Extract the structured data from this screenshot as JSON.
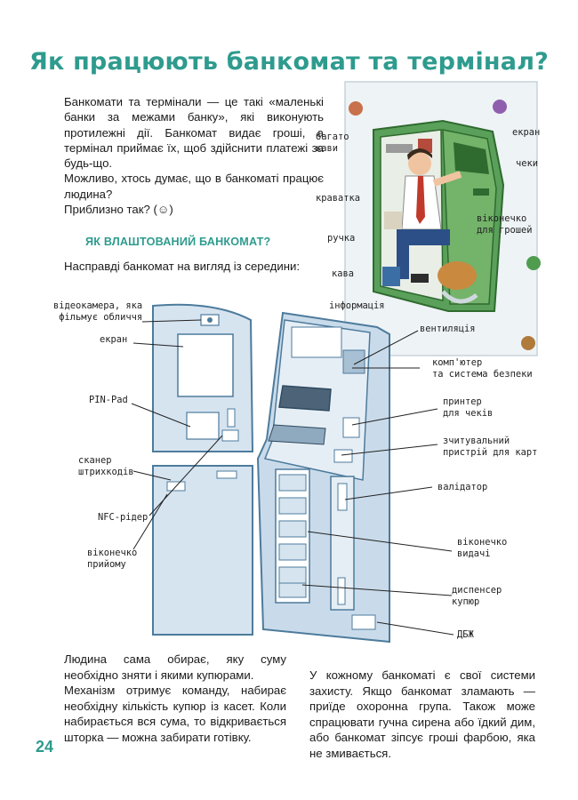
{
  "page": {
    "title": "Як працюють банкомат та термінал?",
    "intro": [
      "Банкомати та термінали — це такі «маленькі банки за межами банку», які виконують протилежні дії. Банкомат видає гроші, а термінал приймає їх, щоб здійснити платежі за будь-що.",
      "Можливо, хтось думає, що в банкоматі працює людина?",
      "Приблизно так? (☺)"
    ],
    "section_heading": "ЯК ВЛАШТОВАНИЙ БАНКОМАТ?",
    "inside_text": "Насправді банкомат на вигляд із середини:",
    "photo_labels": {
      "bagato_kavy": "багато\nкави",
      "kravatka": "краватка",
      "ruchka": "ручка",
      "kava": "кава",
      "informatsiia": "інформація",
      "ekran": "екран",
      "cheky": "чеки",
      "vikonechko_hroshei": "віконечко\nдля грошей"
    },
    "atm_labels": {
      "videokamera": "відеокамера, яка\nфільмує обличчя",
      "ekran": "екран",
      "pinpad": "PIN-Pad",
      "skaner": "сканер\nштрихкодів",
      "nfc": "NFC-рідер",
      "vikonechko_pryiomu": "віконечко\nприйому",
      "ventyliatsiia": "вентиляція",
      "kompiuter": "комп'ютер\nта система безпеки",
      "pryntер": "принтер\nдля чеків",
      "zchytuvalnyi": "зчитувальний\nпристрій для карт",
      "validator": "валідатор",
      "vikonechko_vydachi": "віконечко\nвидачі",
      "dyspenser": "диспенсер\nкупюр",
      "dbzh": "ДБЖ"
    },
    "bottom_left": [
      "Людина сама обирає, яку суму необхідно зняти і якими купюрами.",
      "Механізм отримує команду, набирає необхідну кількість купюр із касет. Коли набирається вся сума, то відкривається шторка — можна забирати готівку."
    ],
    "bottom_right": "У кожному банкоматі є свої системи захисту. Якщо банкомат зламають — приїде охоронна група. Також може спрацювати гучна сирена або їдкий дим, або банкомат зіпсує гроші фарбою, яка не змивається.",
    "page_number": "24"
  },
  "colors": {
    "accent": "#2e9b8e",
    "atm_body": "#d6e4f0",
    "atm_frame": "#4d7b9c",
    "photo_green": "#5aa05a"
  }
}
